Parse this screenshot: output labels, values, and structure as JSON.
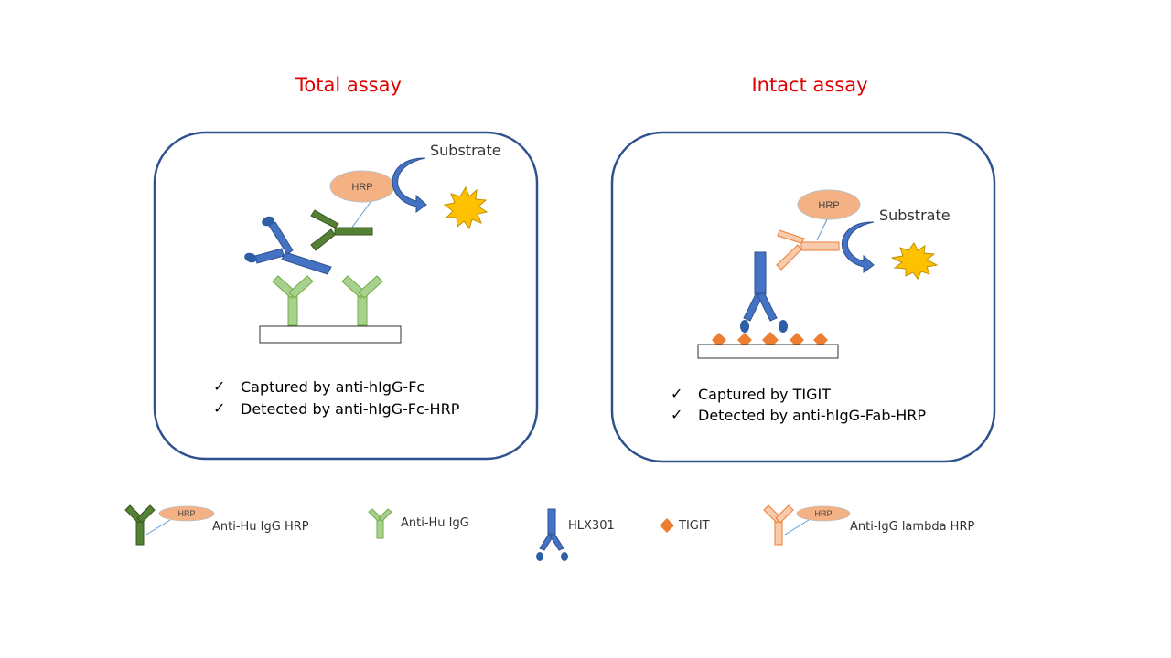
{
  "colors": {
    "title_red": "#e00000",
    "panel_border": "#2f528f",
    "hlx301_blue": "#4472c4",
    "anti_hu_igg_hrp_green": "#548235",
    "anti_hu_igg_light_green": "#a9d18e",
    "hrp_salmon": "#f4b183",
    "tigit_orange": "#ed7d31",
    "lambda_orange": "#f8cbad",
    "substrate_star": "#ffc000"
  },
  "panels": {
    "total": {
      "title": "Total assay",
      "substrate_label": "Substrate",
      "hrp_label": "HRP",
      "check_symbol": "✓",
      "bullets": [
        "Captured by anti-hIgG-Fc",
        "Detected by anti-hIgG-Fc-HRP"
      ]
    },
    "intact": {
      "title": "Intact assay",
      "substrate_label": "Substrate",
      "hrp_label": "HRP",
      "check_symbol": "✓",
      "bullets": [
        "Captured by TIGIT",
        "Detected by anti-hIgG-Fab-HRP"
      ]
    }
  },
  "legend": {
    "items": [
      {
        "icon": "dark-green-antibody-icon",
        "label": "Anti-Hu IgG HRP",
        "hrp_label": "HRP"
      },
      {
        "icon": "light-green-antibody-icon",
        "label": "Anti-Hu IgG"
      },
      {
        "icon": "hlx301-antibody-icon",
        "label": "HLX301"
      },
      {
        "icon": "tigit-diamond-icon",
        "label": "TIGIT"
      },
      {
        "icon": "orange-antibody-icon",
        "label": "Anti-IgG lambda HRP",
        "hrp_label": "HRP"
      }
    ]
  }
}
